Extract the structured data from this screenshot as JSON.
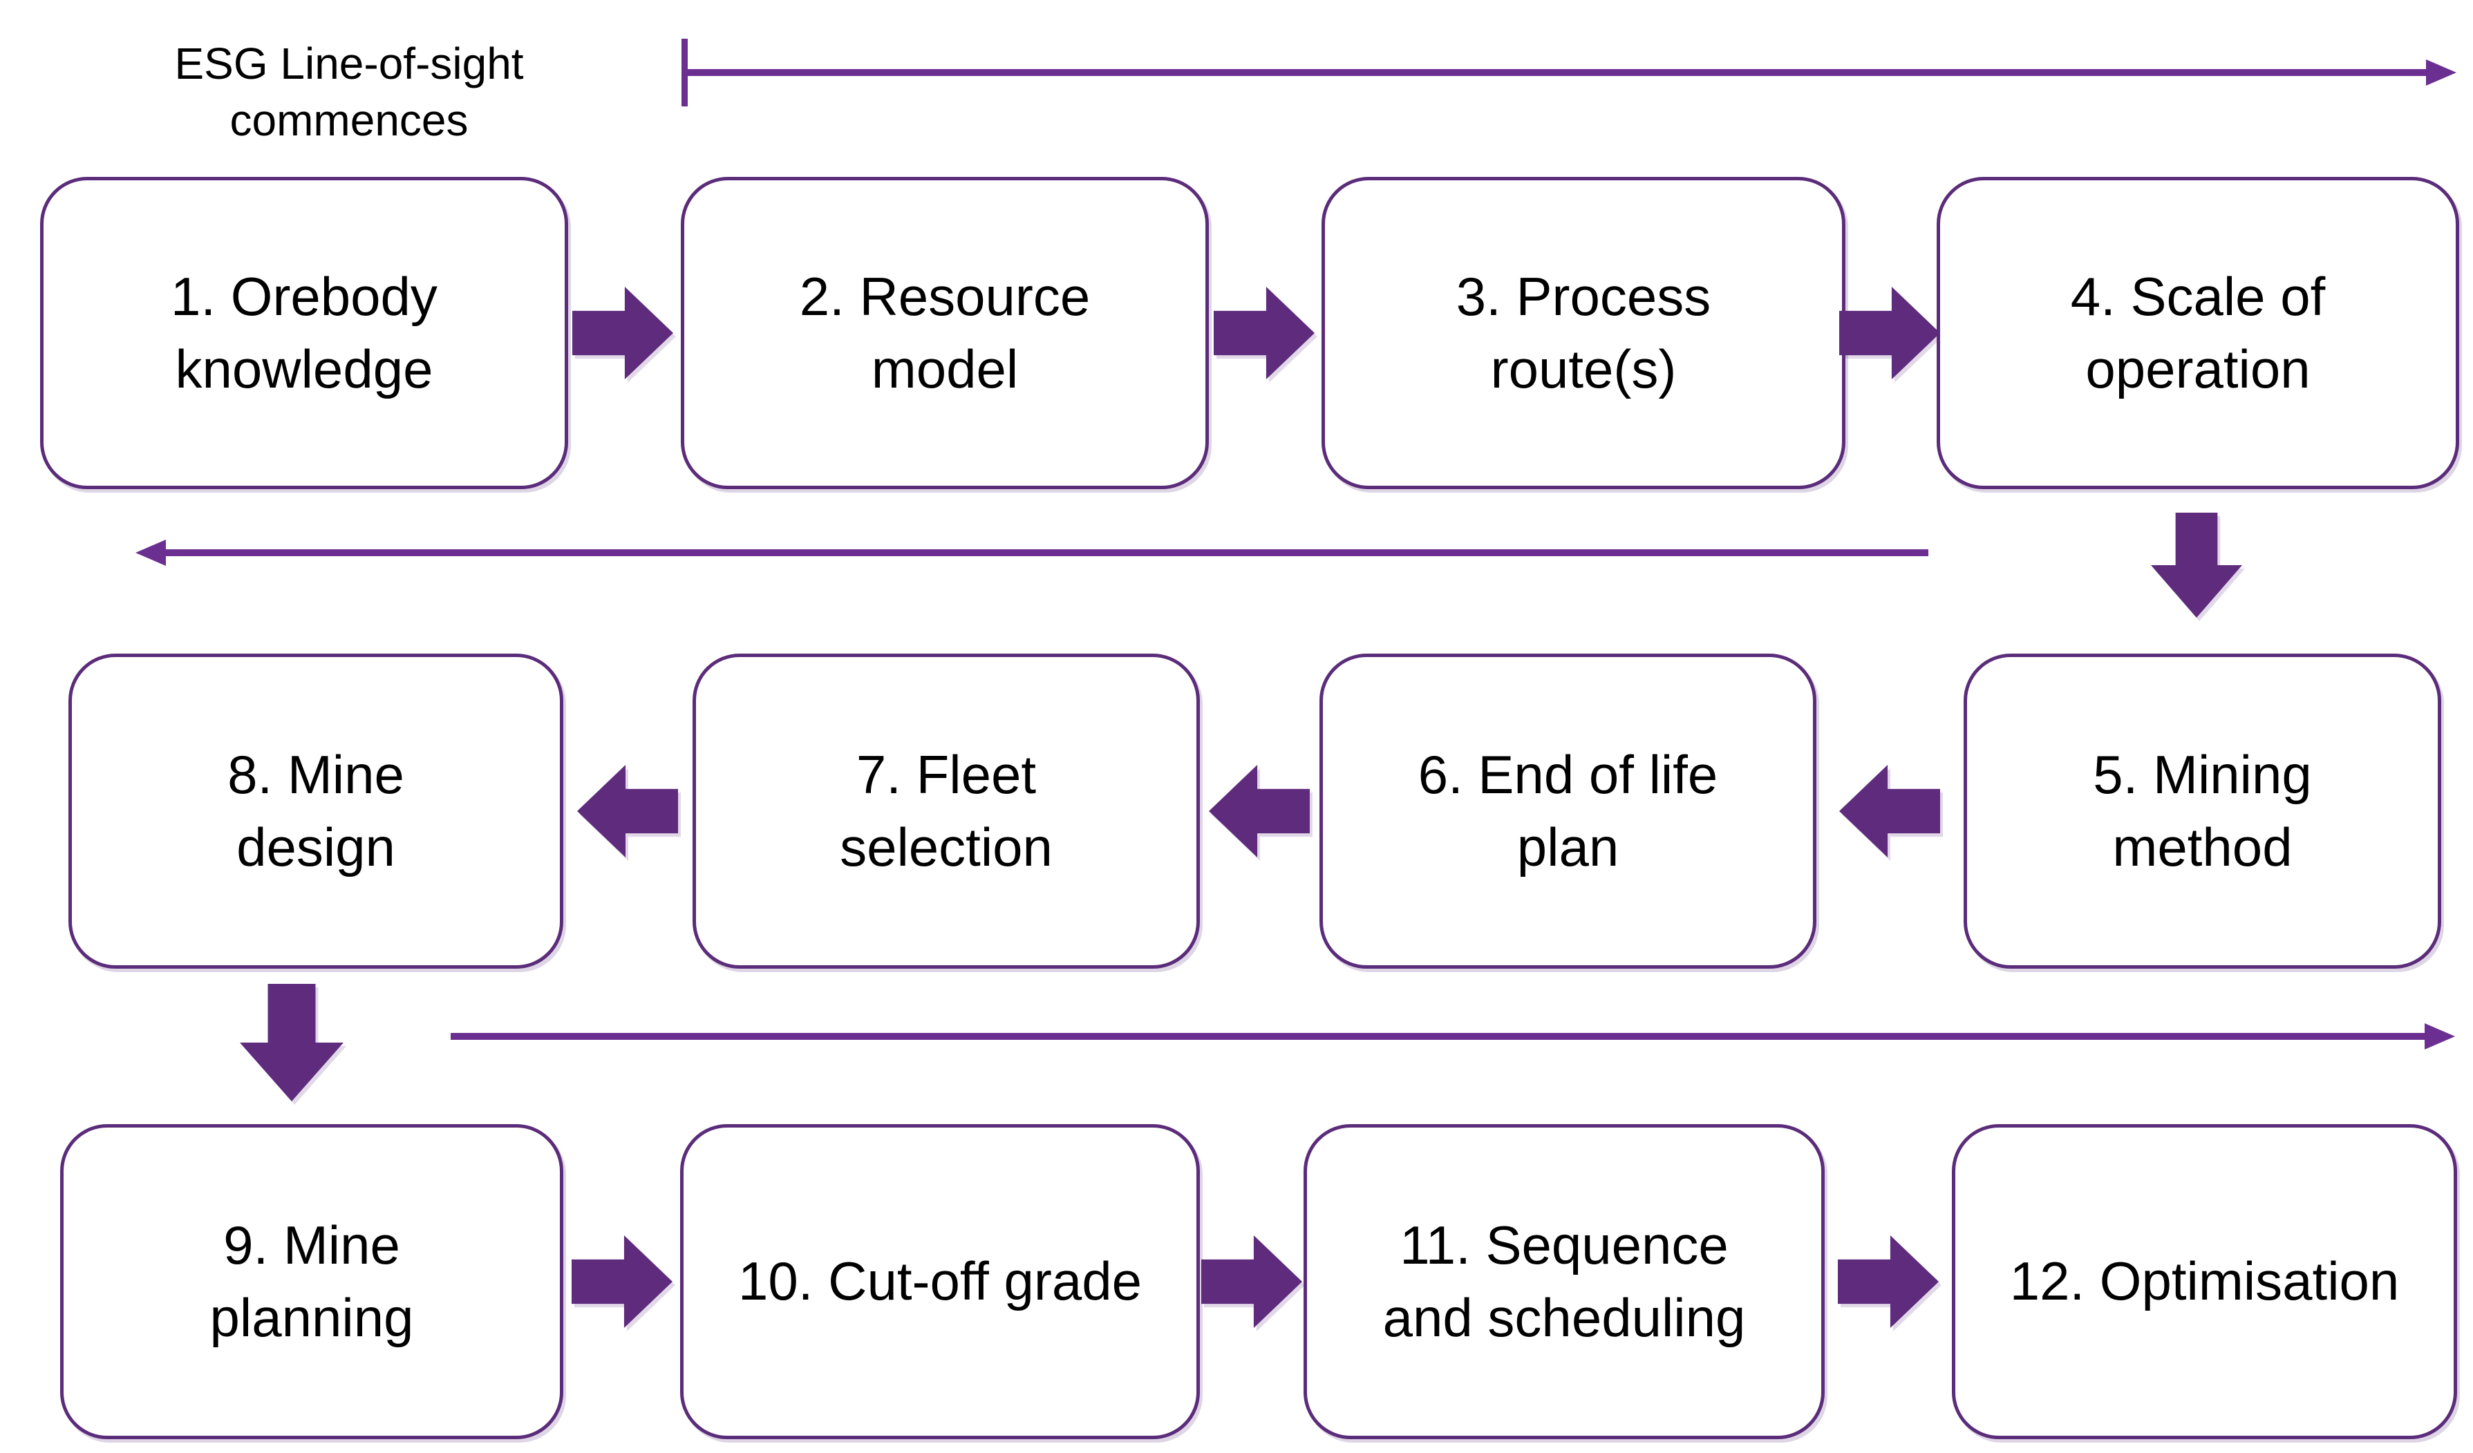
{
  "diagram": {
    "annotation": "ESG Line-of-sight\ncommences",
    "steps": [
      {
        "label": "1. Orebody\nknowledge"
      },
      {
        "label": "2. Resource\nmodel"
      },
      {
        "label": "3. Process\nroute(s)"
      },
      {
        "label": "4. Scale of\noperation"
      },
      {
        "label": "5. Mining\nmethod"
      },
      {
        "label": "6. End of life\nplan"
      },
      {
        "label": "7. Fleet\nselection"
      },
      {
        "label": "8. Mine\ndesign"
      },
      {
        "label": "9. Mine\nplanning"
      },
      {
        "label": "10. Cut-off grade"
      },
      {
        "label": "11. Sequence\nand scheduling"
      },
      {
        "label": "12. Optimisation"
      }
    ]
  },
  "colors": {
    "arrow-fill": "#5e2b7d",
    "line-color": "#6b2e91",
    "box-border": "#5b2c7a",
    "text-color": "#000000",
    "background": "#ffffff"
  }
}
